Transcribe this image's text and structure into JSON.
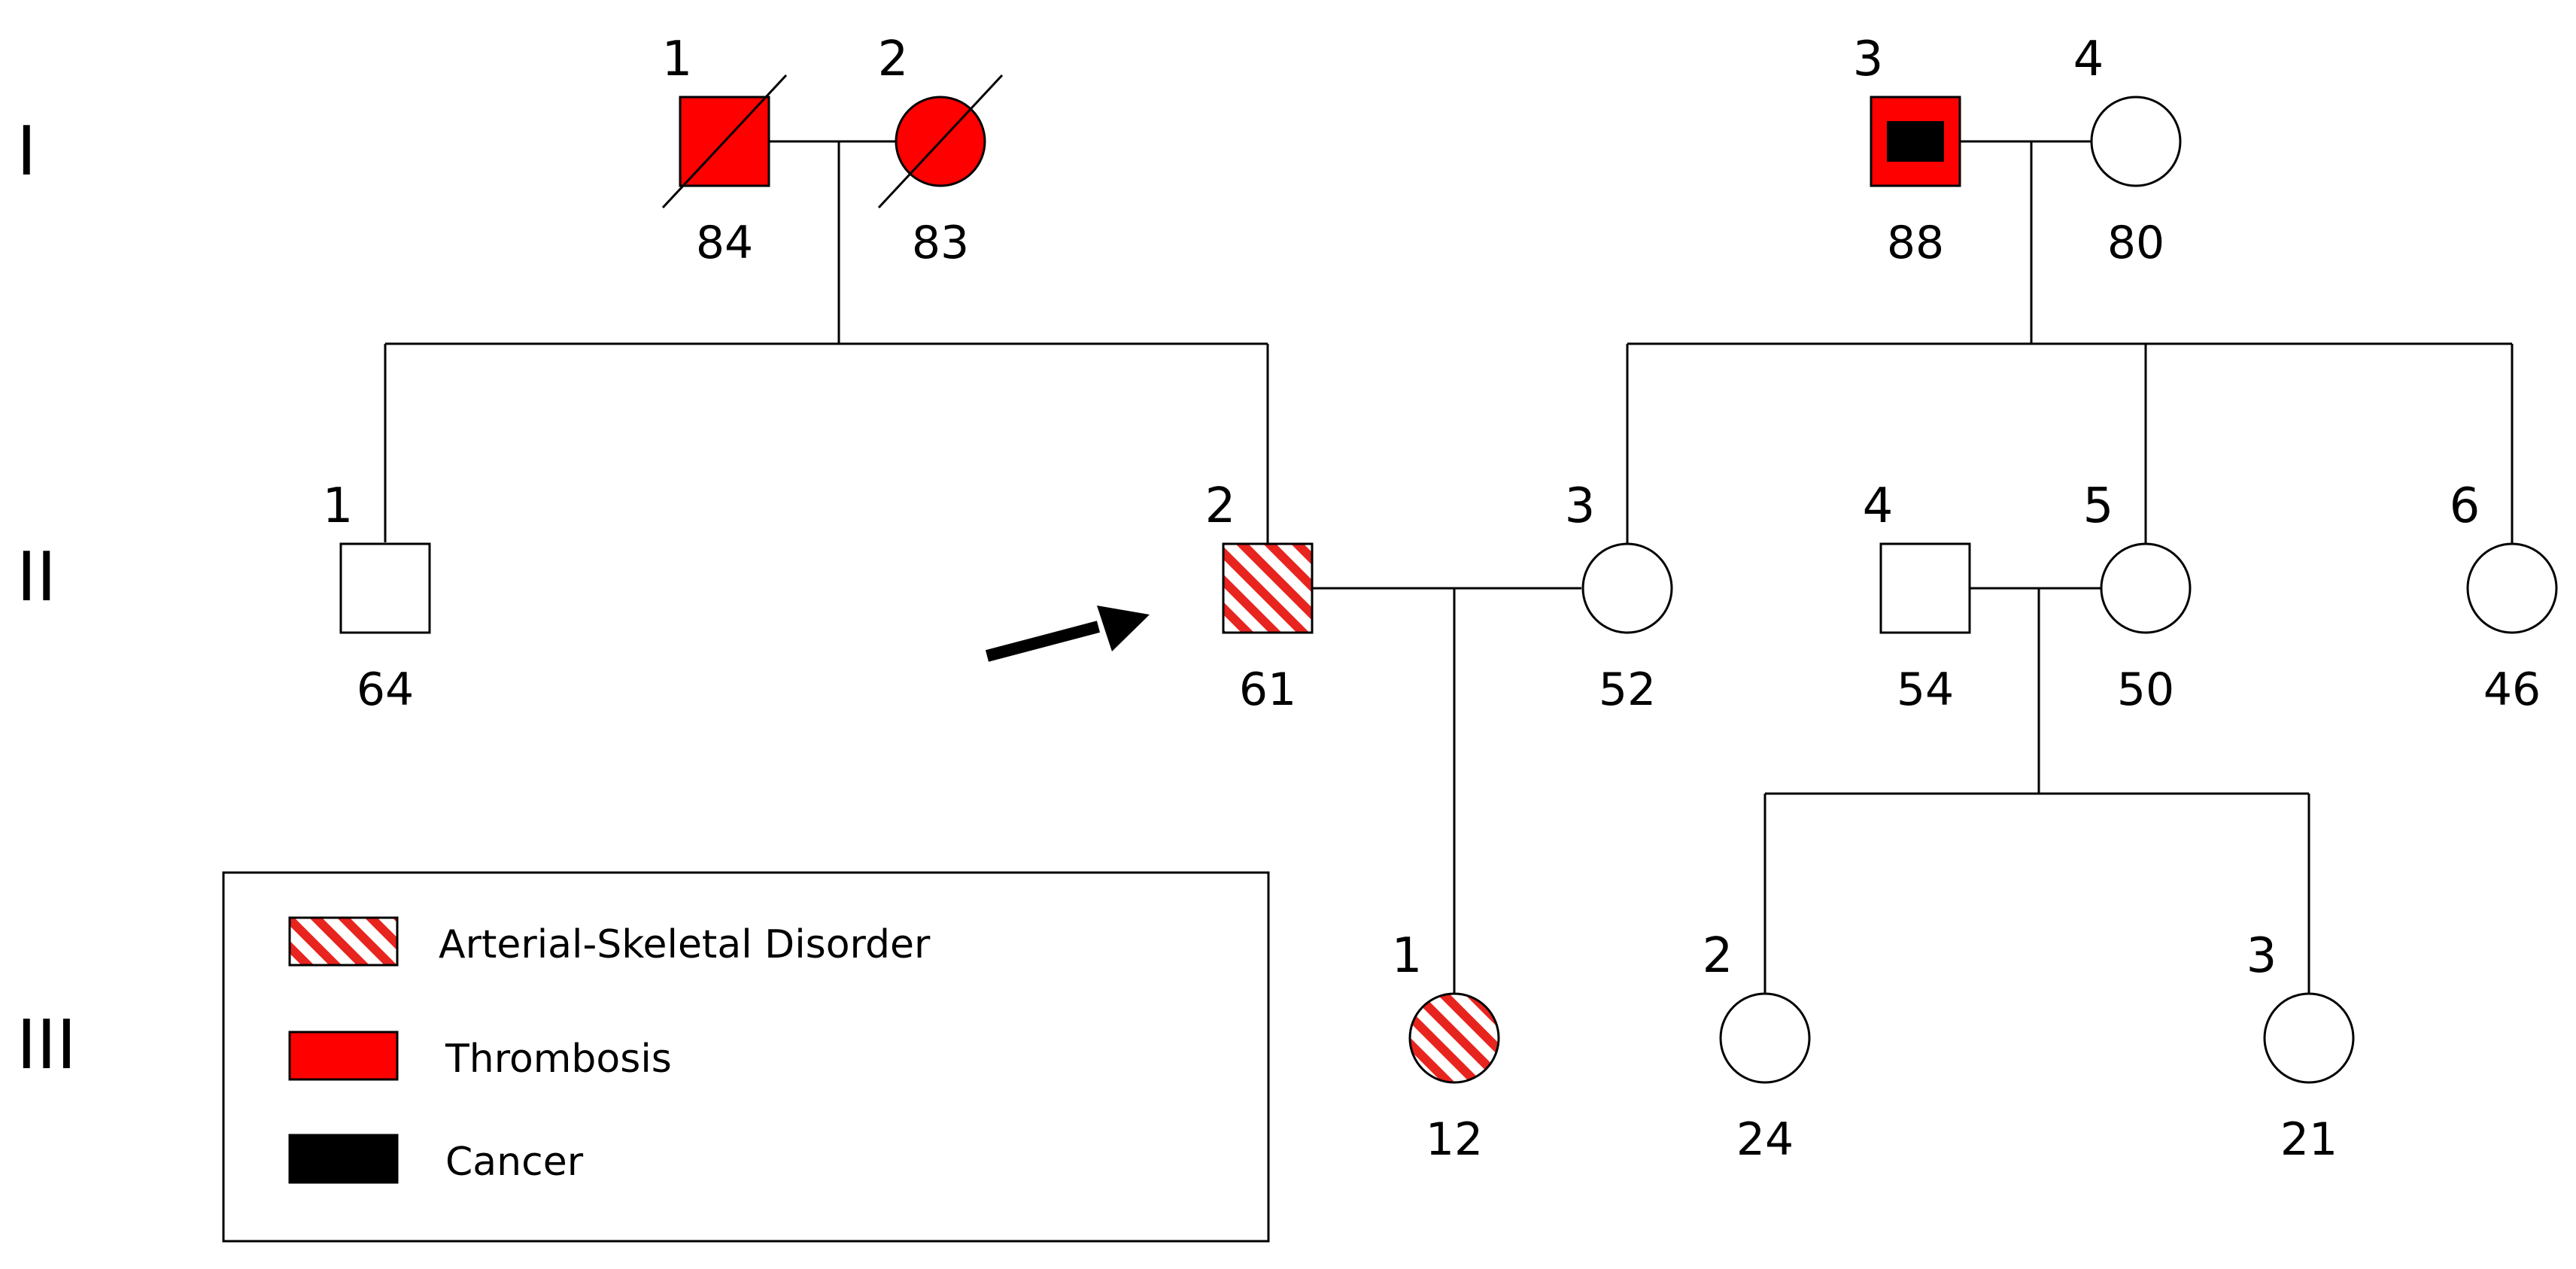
{
  "colors": {
    "thrombosis": "#ff0000",
    "cancer": "#000000",
    "hatch_stripe": "#e8241f",
    "unaffected": "#ffffff",
    "line": "#000000"
  },
  "generations": [
    "I",
    "II",
    "III"
  ],
  "individuals": [
    {
      "key": "I1",
      "gen": "I",
      "id": "1",
      "age": "84",
      "sex": "male",
      "status": "thrombosis",
      "deceased": true
    },
    {
      "key": "I2",
      "gen": "I",
      "id": "2",
      "age": "83",
      "sex": "female",
      "status": "thrombosis",
      "deceased": true
    },
    {
      "key": "I3",
      "gen": "I",
      "id": "3",
      "age": "88",
      "sex": "male",
      "status": "thrombosis-cancer",
      "deceased": false
    },
    {
      "key": "I4",
      "gen": "I",
      "id": "4",
      "age": "80",
      "sex": "female",
      "status": "unaffected",
      "deceased": false
    },
    {
      "key": "II1",
      "gen": "II",
      "id": "1",
      "age": "64",
      "sex": "male",
      "status": "unaffected",
      "deceased": false
    },
    {
      "key": "II2",
      "gen": "II",
      "id": "2",
      "age": "61",
      "sex": "male",
      "status": "arterial-skeletal",
      "deceased": false,
      "proband": true
    },
    {
      "key": "II3",
      "gen": "II",
      "id": "3",
      "age": "52",
      "sex": "female",
      "status": "unaffected",
      "deceased": false
    },
    {
      "key": "II4",
      "gen": "II",
      "id": "4",
      "age": "54",
      "sex": "male",
      "status": "unaffected",
      "deceased": false
    },
    {
      "key": "II5",
      "gen": "II",
      "id": "5",
      "age": "50",
      "sex": "female",
      "status": "unaffected",
      "deceased": false
    },
    {
      "key": "II6",
      "gen": "II",
      "id": "6",
      "age": "46",
      "sex": "female",
      "status": "unaffected",
      "deceased": false
    },
    {
      "key": "III1",
      "gen": "III",
      "id": "1",
      "age": "12",
      "sex": "female",
      "status": "arterial-skeletal",
      "deceased": false
    },
    {
      "key": "III2",
      "gen": "III",
      "id": "2",
      "age": "24",
      "sex": "female",
      "status": "unaffected",
      "deceased": false
    },
    {
      "key": "III3",
      "gen": "III",
      "id": "3",
      "age": "21",
      "sex": "female",
      "status": "unaffected",
      "deceased": false
    }
  ],
  "legend": [
    {
      "label": "Arterial-Skeletal Disorder",
      "swatch": "arterial-skeletal"
    },
    {
      "label": "Thrombosis",
      "swatch": "thrombosis"
    },
    {
      "label": "Cancer",
      "swatch": "cancer"
    }
  ]
}
